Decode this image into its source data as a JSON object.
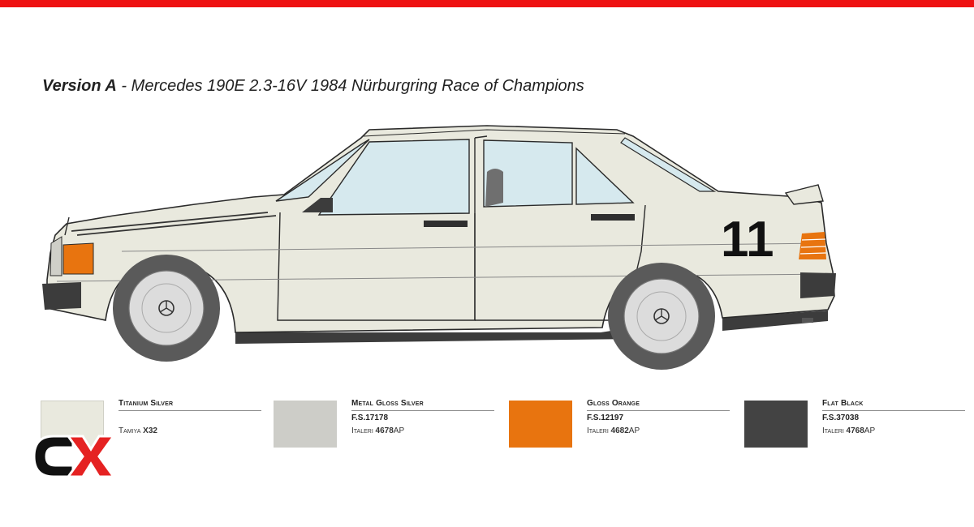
{
  "heading": {
    "version": "Version A",
    "separator": " - ",
    "subject": "Mercedes 190E 2.3-16V 1984 Nürburgring Race of Champions"
  },
  "car": {
    "race_number": "11",
    "body_color": "#e9e9de",
    "glass_color": "#d6e9ee",
    "accent_color": "#e8740f",
    "trim_color": "#3c3c3c"
  },
  "colors": {
    "top_bar": "#ee1111",
    "logo_red": "#e52222",
    "logo_black": "#111111"
  },
  "swatches": [
    {
      "name": "Titanium Silver",
      "fs": "",
      "brand": "Tamiya",
      "code_num": "X32",
      "code_suffix": "",
      "color": "#e9e9de"
    },
    {
      "name": "Metal Gloss Silver",
      "fs": "F.S.17178",
      "brand": "Italeri",
      "code_num": "4678",
      "code_suffix": "AP",
      "color": "#cdcdc8"
    },
    {
      "name": "Gloss Orange",
      "fs": "F.S.12197",
      "brand": "Italeri",
      "code_num": "4682",
      "code_suffix": "AP",
      "color": "#e8740f"
    },
    {
      "name": "Flat Black",
      "fs": "F.S.37038",
      "brand": "Italeri",
      "code_num": "4768",
      "code_suffix": "AP",
      "color": "#434343"
    }
  ]
}
